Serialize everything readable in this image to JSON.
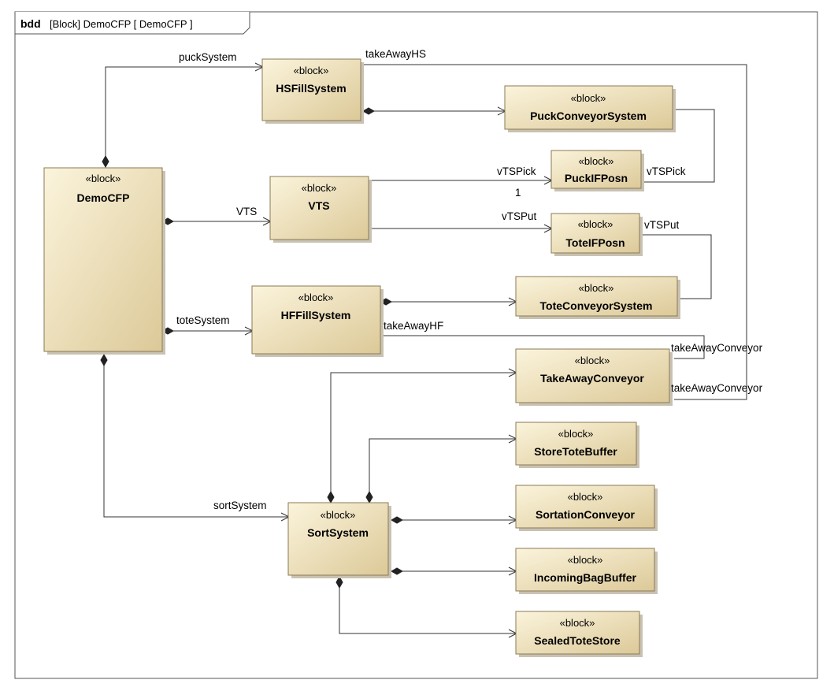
{
  "frame": {
    "keyword": "bdd",
    "title": "[Block] DemoCFP [ DemoCFP ]"
  },
  "blocks": [
    {
      "id": "demoCFP",
      "stereotype": "«block»",
      "name": "DemoCFP"
    },
    {
      "id": "hsFillSystem",
      "stereotype": "«block»",
      "name": "HSFillSystem"
    },
    {
      "id": "puckConveyorSystem",
      "stereotype": "«block»",
      "name": "PuckConveyorSystem"
    },
    {
      "id": "vts",
      "stereotype": "«block»",
      "name": "VTS"
    },
    {
      "id": "puckIFPosn",
      "stereotype": "«block»",
      "name": "PuckIFPosn"
    },
    {
      "id": "toteIFPosn",
      "stereotype": "«block»",
      "name": "ToteIFPosn"
    },
    {
      "id": "hfFillSystem",
      "stereotype": "«block»",
      "name": "HFFillSystem"
    },
    {
      "id": "toteConveyorSystem",
      "stereotype": "«block»",
      "name": "ToteConveyorSystem"
    },
    {
      "id": "takeAwayConveyor",
      "stereotype": "«block»",
      "name": "TakeAwayConveyor"
    },
    {
      "id": "storeToteBuffer",
      "stereotype": "«block»",
      "name": "StoreToteBuffer"
    },
    {
      "id": "sortSystem",
      "stereotype": "«block»",
      "name": "SortSystem"
    },
    {
      "id": "sortationConveyor",
      "stereotype": "«block»",
      "name": "SortationConveyor"
    },
    {
      "id": "incomingBagBuffer",
      "stereotype": "«block»",
      "name": "IncomingBagBuffer"
    },
    {
      "id": "sealedToteStore",
      "stereotype": "«block»",
      "name": "SealedToteStore"
    }
  ],
  "role_labels": [
    {
      "id": "puckSystem",
      "text": "puckSystem"
    },
    {
      "id": "takeAwayHS",
      "text": "takeAwayHS"
    },
    {
      "id": "vtsRole",
      "text": "VTS"
    },
    {
      "id": "vtsPickLeft",
      "text": "vTSPick"
    },
    {
      "id": "vtsPickMult",
      "text": "1"
    },
    {
      "id": "vtsPickRight",
      "text": "vTSPick"
    },
    {
      "id": "vtsPutLeft",
      "text": "vTSPut"
    },
    {
      "id": "vtsPutRight",
      "text": "vTSPut"
    },
    {
      "id": "toteSystem",
      "text": "toteSystem"
    },
    {
      "id": "takeAwayHF",
      "text": "takeAwayHF"
    },
    {
      "id": "takeAwayConveyor1",
      "text": "takeAwayConveyor"
    },
    {
      "id": "takeAwayConveyor2",
      "text": "takeAwayConveyor"
    },
    {
      "id": "sortSystem",
      "text": "sortSystem"
    }
  ]
}
